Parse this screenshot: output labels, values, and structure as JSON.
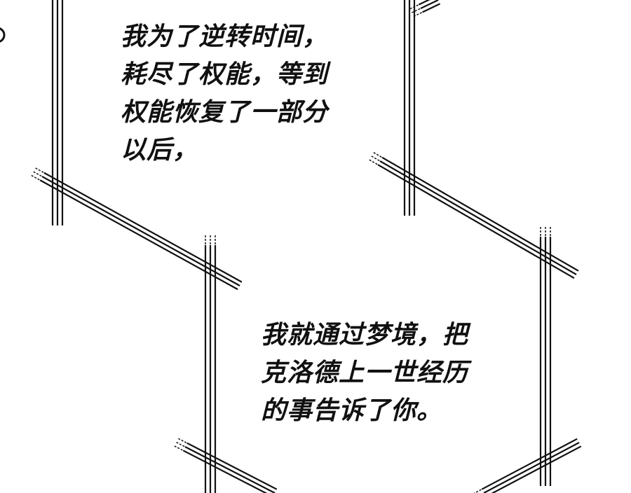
{
  "captions": [
    {
      "lines": [
        "我为了逆转时间，",
        "耗尽了权能，等到",
        "权能恢复了一部分",
        "以后，"
      ]
    },
    {
      "lines": [
        "我就通过梦境，把",
        "克洛德上一世经历",
        "的事告诉了你。"
      ]
    }
  ],
  "colors": {
    "ink": "#111111",
    "paper": "#ffffff"
  }
}
